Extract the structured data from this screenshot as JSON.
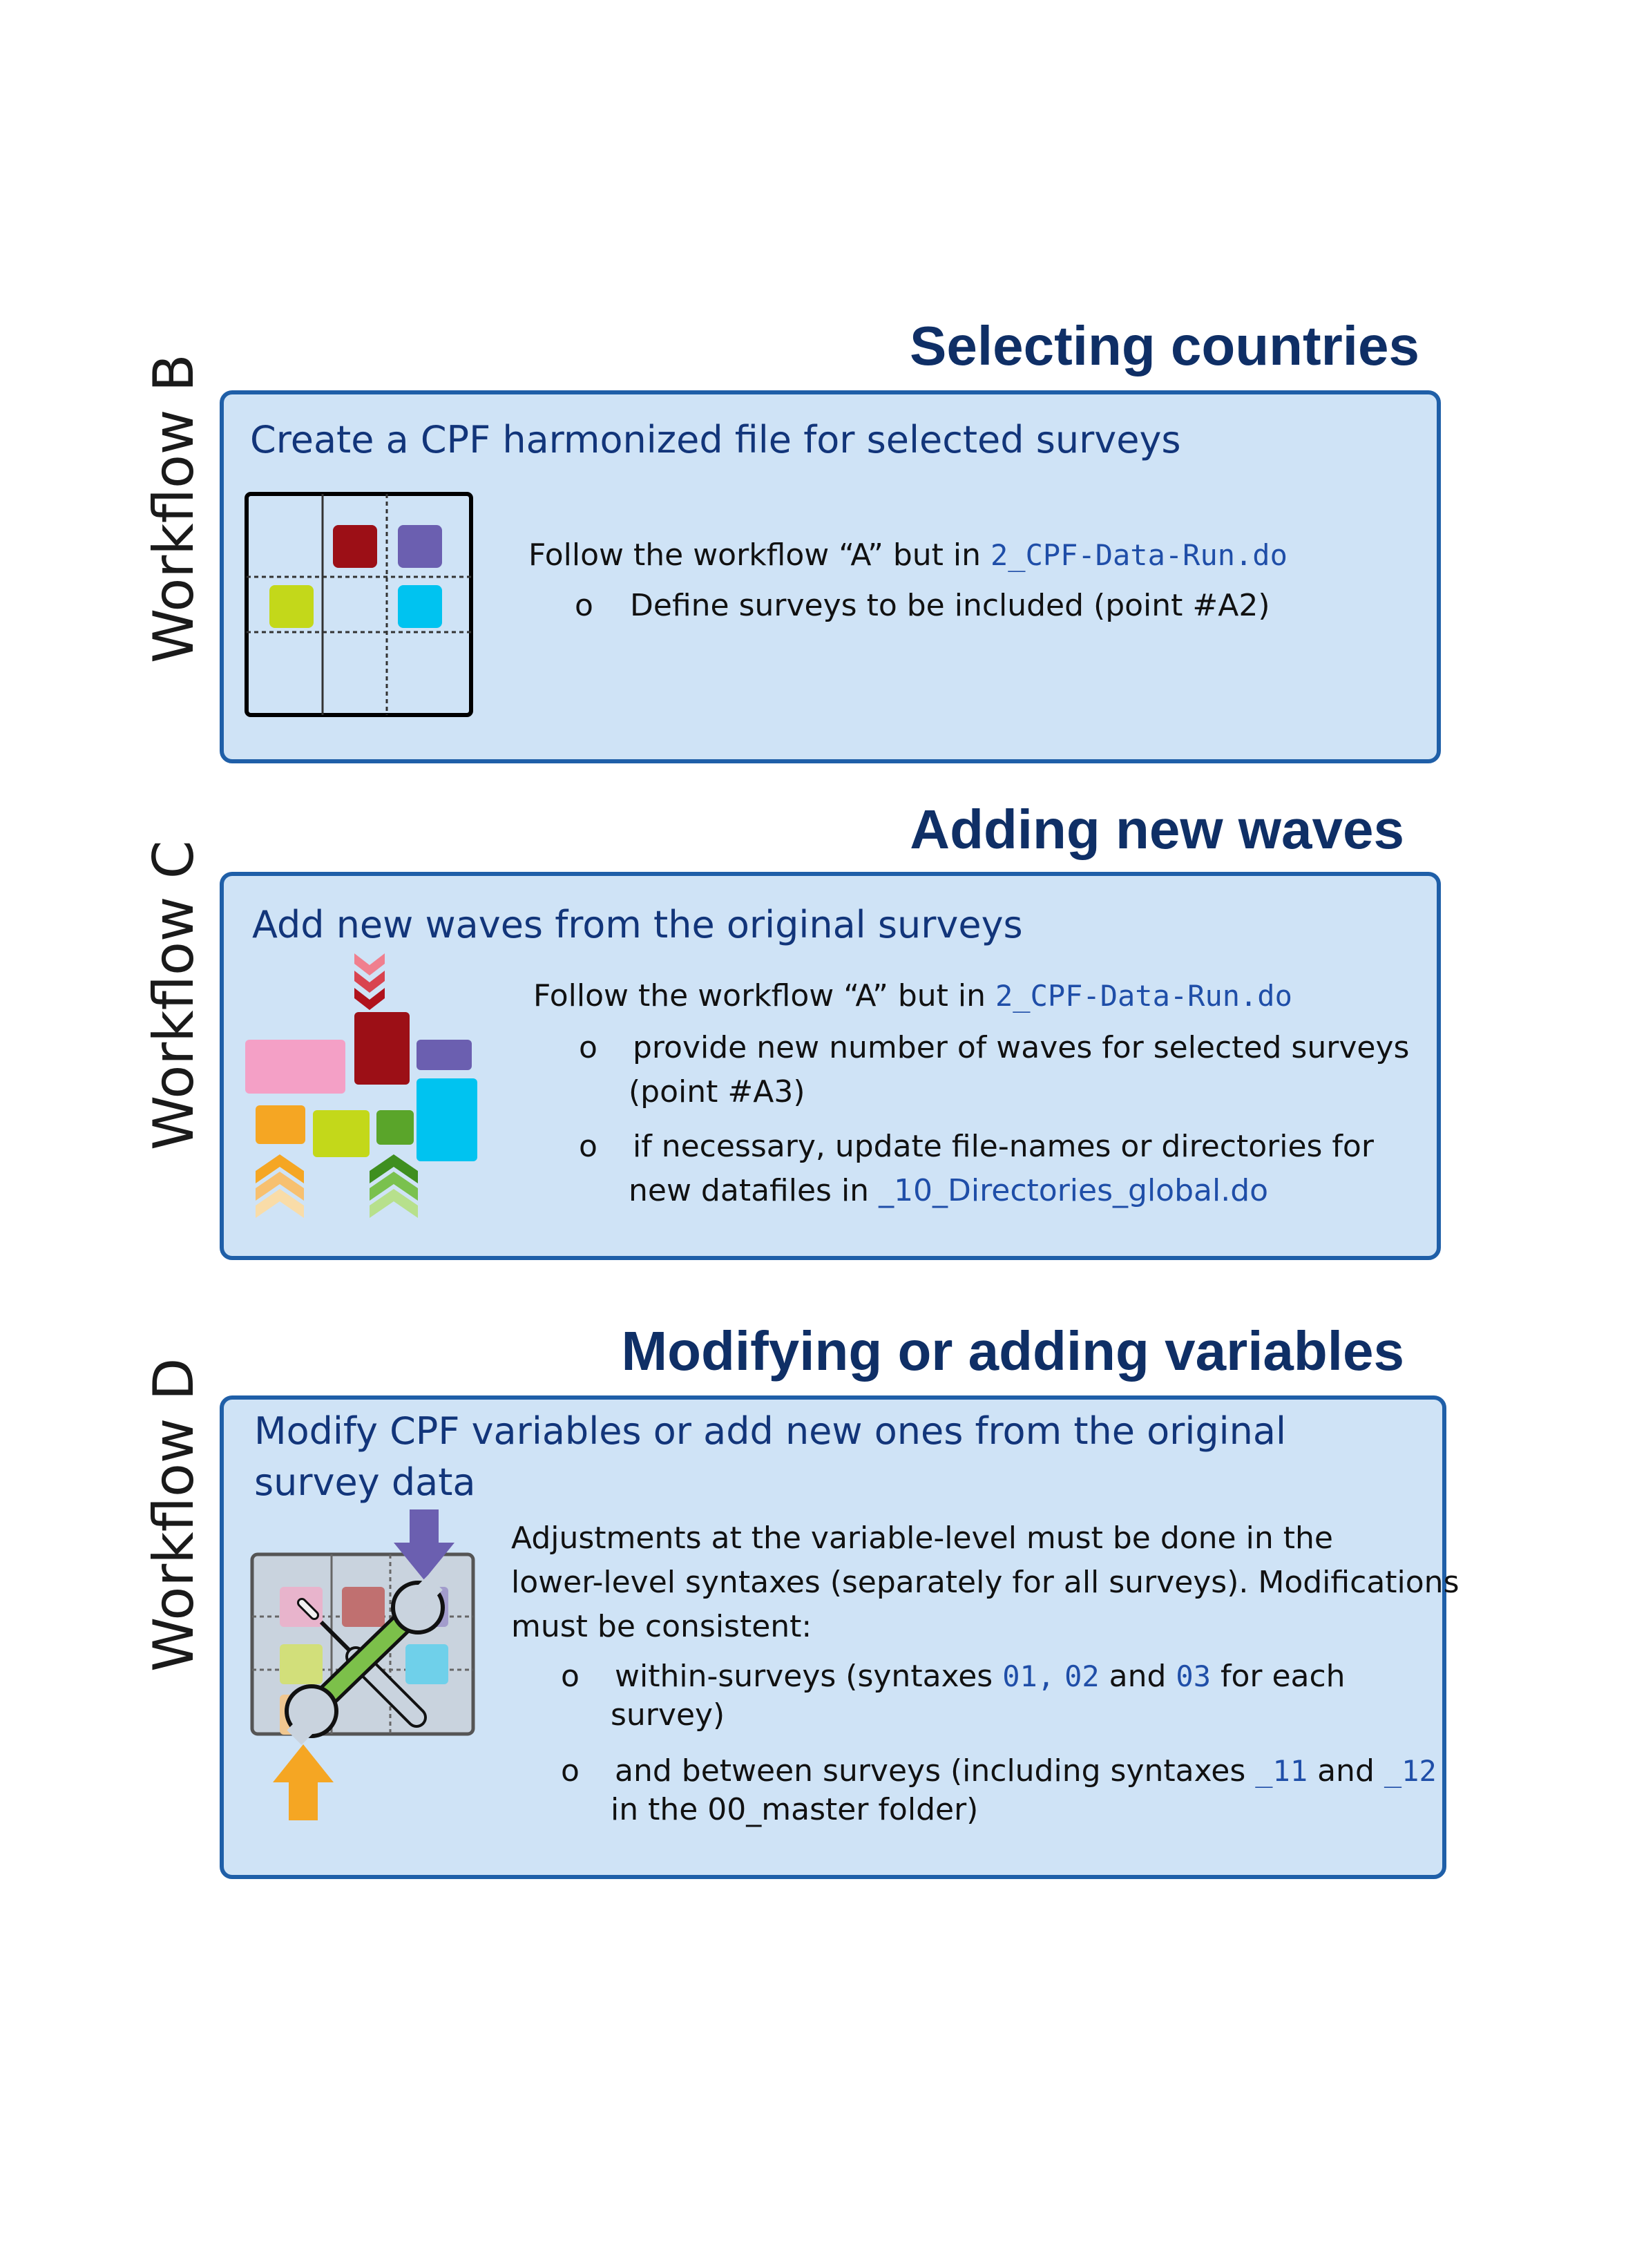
{
  "workflow_b": {
    "section_title": "Selecting countries",
    "side_label": "Workflow B",
    "heading": "Create a CPF harmonized file for selected surveys",
    "intro_prefix": "Follow the workflow “A” but in ",
    "intro_code": "2_CPF-Data-Run.do",
    "bullets": [
      {
        "marker": "o",
        "text": "Define surveys to be included (point #A2)"
      }
    ]
  },
  "workflow_c": {
    "section_title": "Adding new waves",
    "side_label": "Workflow C",
    "heading": "Add new waves from the original surveys",
    "intro_prefix": "Follow the workflow “A” but in ",
    "intro_code": "2_CPF-Data-Run.do",
    "bullets": [
      {
        "marker": "o",
        "line1": "provide new number of waves for selected surveys",
        "line2": "(point #A3)"
      },
      {
        "marker": "o",
        "line1": "if necessary, update file-names or directories for",
        "line2_prefix": "new datafiles in ",
        "line2_link": "_10_Directories_global.do"
      }
    ]
  },
  "workflow_d": {
    "section_title": "Modifying or adding variables",
    "side_label": "Workflow D",
    "heading_line1": "Modify CPF variables or add new ones from the original",
    "heading_line2": "survey data",
    "para_lines": [
      "Adjustments at the variable-level must be done in the",
      "lower-level syntaxes (separately for all surveys). Modifications",
      "must be consistent:"
    ],
    "bullets": [
      {
        "marker": "o",
        "prefix": "within-surveys (syntaxes ",
        "code1": "01,",
        "code2": "02",
        "mid": " and ",
        "code3": "03",
        "suffix": " for each",
        "line2": "survey)"
      },
      {
        "marker": "o",
        "prefix": "and between surveys (including syntaxes ",
        "code1": "_11",
        "mid": " and ",
        "code2": "_12",
        "line2": "in the 00_master folder)"
      }
    ]
  },
  "colors": {
    "title": "#0f2f66",
    "panel_bg": "#cfe3f6",
    "panel_border": "#1f5fa8",
    "dark_red": "#9c0f16",
    "purple": "#6b5fb0",
    "lime": "#c3d81a",
    "cyan": "#00c3f0",
    "pink": "#f4a0c6",
    "orange": "#f5a623",
    "green": "#5aa52a"
  }
}
